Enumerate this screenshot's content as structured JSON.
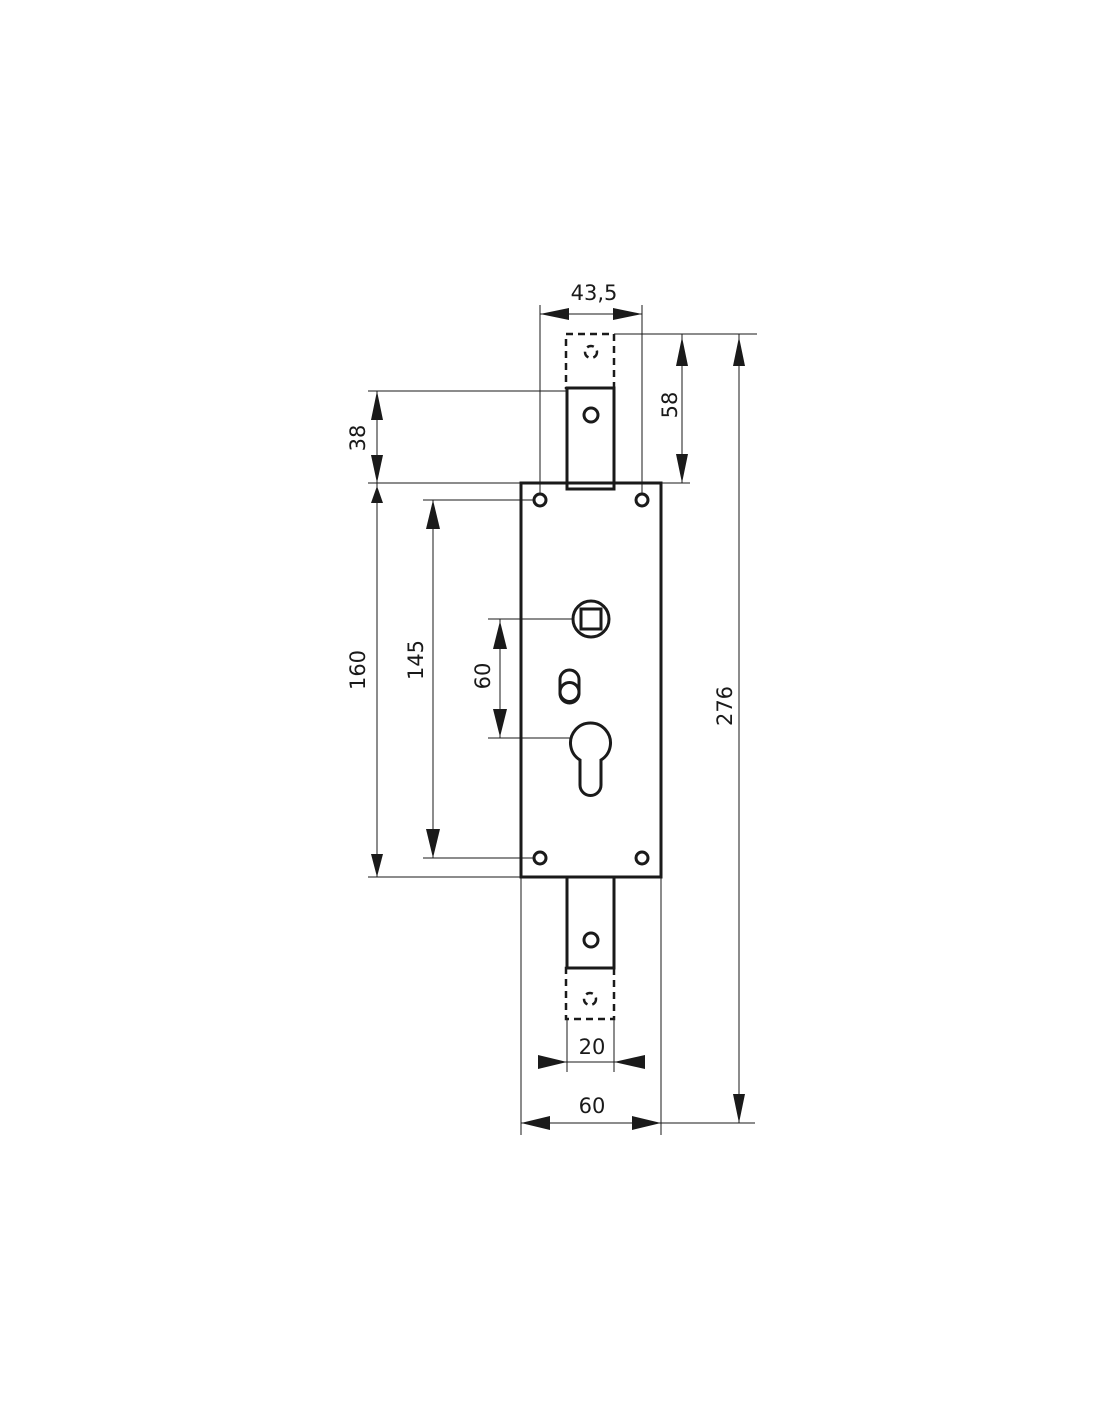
{
  "drawing": {
    "subject": "lock body technical drawing",
    "stroke_color": "#1a1a1a",
    "background": "#ffffff",
    "dimensions": {
      "bolt_spacing": "43,5",
      "top_bolt_projection": "38",
      "top_bolt_travel": "58",
      "plate_height": "160",
      "hole_spacing_vertical": "145",
      "spindle_to_cylinder": "60",
      "overall_height": "276",
      "bolt_width": "20",
      "plate_width": "60"
    }
  }
}
